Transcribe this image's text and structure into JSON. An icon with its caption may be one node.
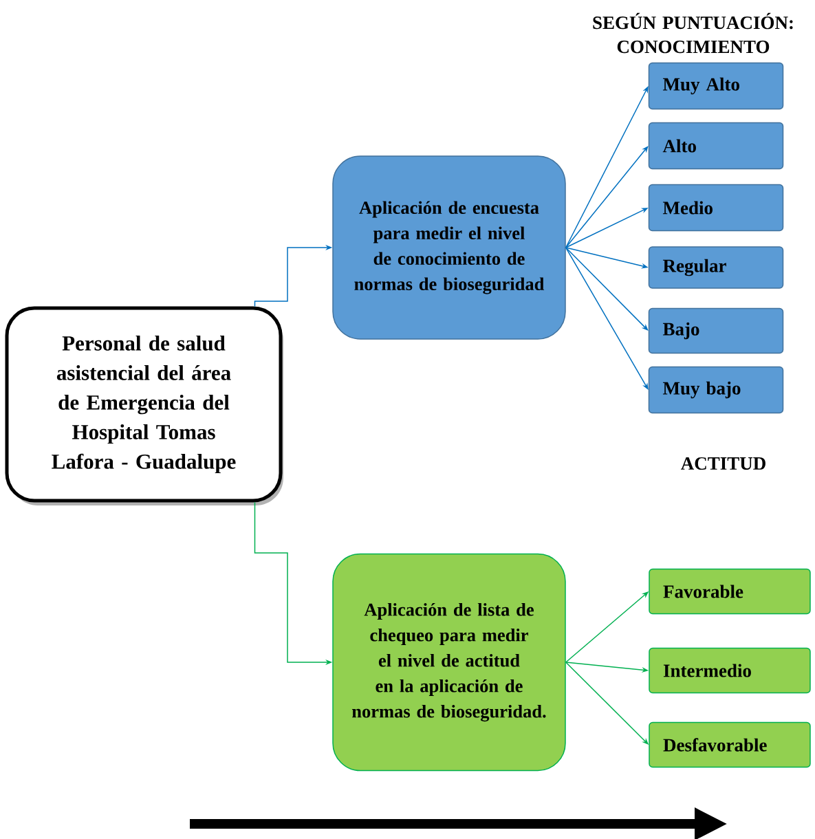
{
  "diagram": {
    "nodes": [
      {
        "text": [
          "Personal de salud asistencial del área de Emergencia del Hospital Tomas Lafora - Guadalupe"
        ]
      },
      {
        "text": [
          "Aplicación de encuesta para medir el nivel de conocimiento de normas de bioseguridad"
        ]
      },
      {
        "text": [
          "Muy Alto"
        ]
      },
      {
        "text": [
          "Alto"
        ]
      },
      {
        "text": [
          "Medio"
        ]
      },
      {
        "text": [
          "Regular"
        ]
      },
      {
        "text": [
          "Bajo"
        ]
      },
      {
        "text": [
          "Muy bajo"
        ]
      },
      {
        "text": [
          "Aplicación de lista de chequeo para medir el nivel de actitud en la aplicación de normas de bioseguridad."
        ]
      },
      {
        "text": [
          "Favorable"
        ]
      },
      {
        "text": [
          "Intermedio"
        ]
      },
      {
        "text": [
          "Desfavorable"
        ]
      }
    ],
    "edges": [
      {
        "from": 0,
        "to": 1,
        "arrow": "to"
      },
      {
        "from": 1,
        "to": 2,
        "arrow": "to"
      },
      {
        "from": 1,
        "to": 3,
        "arrow": "to"
      },
      {
        "from": 1,
        "to": 4,
        "arrow": "to"
      },
      {
        "from": 1,
        "to": 5,
        "arrow": "to"
      },
      {
        "from": 1,
        "to": 6,
        "arrow": "to"
      },
      {
        "from": 1,
        "to": 7,
        "arrow": "to"
      },
      {
        "from": 0,
        "to": 8,
        "arrow": "to",
        "color": "#00b050"
      },
      {
        "from": 8,
        "to": 9,
        "arrow": "to",
        "color": "#00b050"
      },
      {
        "from": 8,
        "to": 10,
        "arrow": "to",
        "color": "#00b050"
      },
      {
        "from": 8,
        "to": 11,
        "arrow": "to",
        "color": "#00b050"
      }
    ],
    "labels": [
      "SEGÚN PUNTUACIÓN: CONOCIMIENTO",
      "ACTITUD"
    ]
  }
}
